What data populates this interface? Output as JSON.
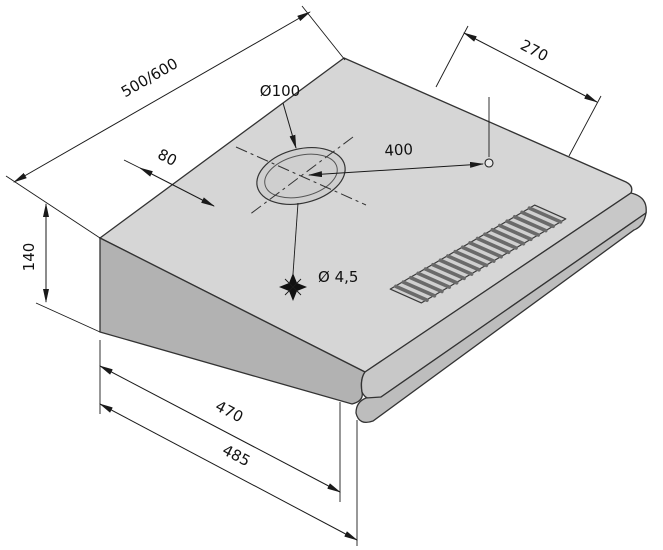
{
  "diagram": {
    "labels": {
      "width": "500/600",
      "depth_top": "270",
      "vent_diameter": "Ø100",
      "hole_offset": "80",
      "hole_spacing": "400",
      "front_height": "140",
      "mount_hole_diameter": "Ø 4,5",
      "bottom_depth_inner": "470",
      "bottom_depth_outer": "485"
    },
    "grille": {
      "rib_count": 19
    },
    "colors": {
      "top_face": "#d6d6d6",
      "front_face": "#b2b2b2",
      "edge_band": "#c8c8c8",
      "lip": "#bdbdbd",
      "line": "#1a1a1a",
      "background": "#ffffff"
    }
  }
}
